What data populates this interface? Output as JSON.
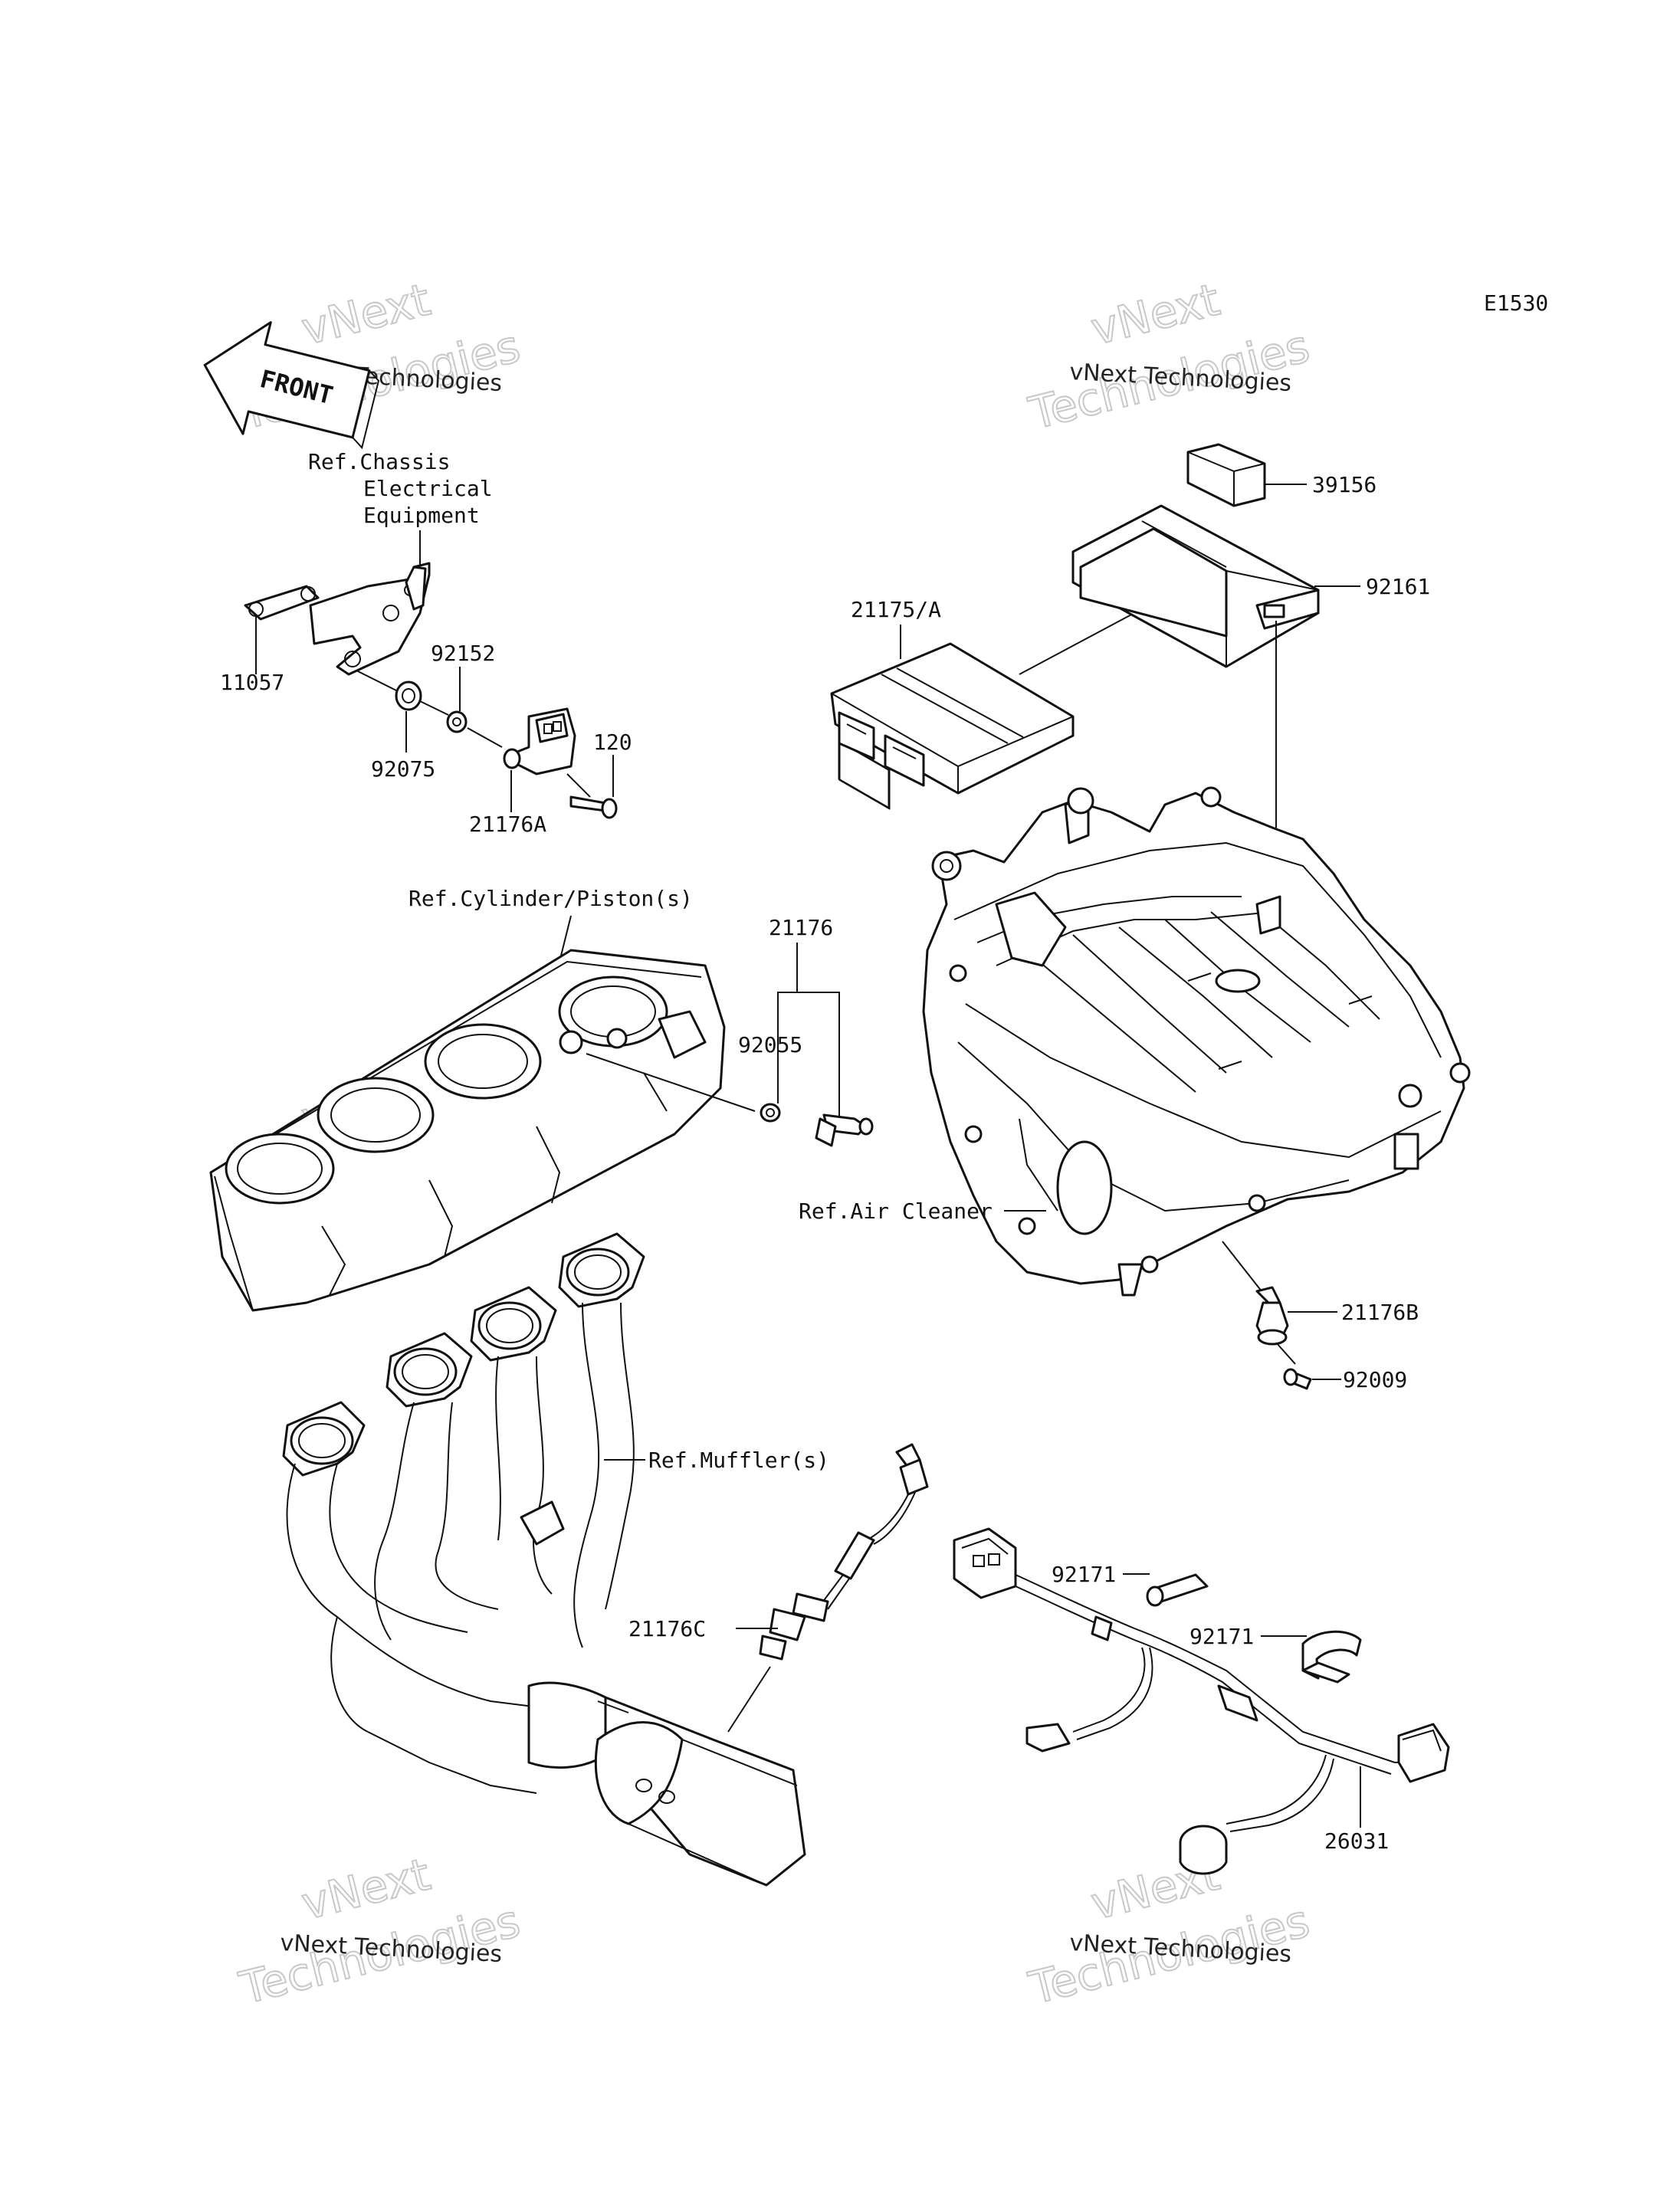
{
  "diagram_code": "E1530",
  "front_arrow": "FRONT",
  "watermark": {
    "line": "vNext Technologies",
    "big_top": "vNext",
    "big_bottom": "Technologies"
  },
  "references": {
    "chassis": [
      "Ref.Chassis",
      "Electrical",
      "Equipment"
    ],
    "cylinder": "Ref.Cylinder/Piston(s)",
    "air_cleaner": "Ref.Air Cleaner",
    "muffler": "Ref.Muffler(s)"
  },
  "parts": {
    "p39156": "39156",
    "p92161": "92161",
    "p21175a": "21175/A",
    "p11057": "11057",
    "p92152": "92152",
    "p92075": "92075",
    "p120": "120",
    "p21176a": "21176A",
    "p21176": "21176",
    "p92055": "92055",
    "p21176b": "21176B",
    "p92009": "92009",
    "p21176c": "21176C",
    "p92171a": "92171",
    "p92171b": "92171",
    "p26031": "26031"
  }
}
